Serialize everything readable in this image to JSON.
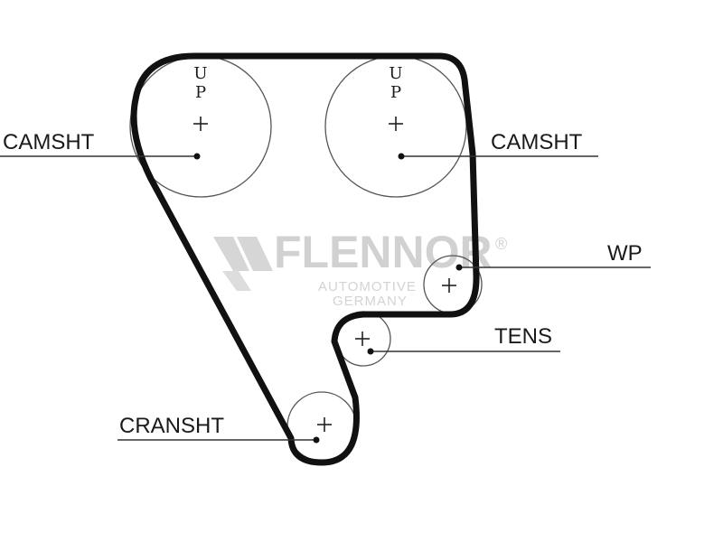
{
  "labels": {
    "camshaft_left": "CAMSHT",
    "camshaft_right": "CAMSHT",
    "water_pump": "WP",
    "tensioner": "TENS",
    "crankshaft": "CRANSHT"
  },
  "pulley_marks": {
    "left_top": "U",
    "left_bottom": "P",
    "right_top": "U",
    "right_bottom": "P"
  },
  "watermark": {
    "brand": "FLENNOR",
    "registered": "®",
    "line1": "AUTOMOTIVE",
    "line2": "GERMANY",
    "color": "#c9c9c9"
  },
  "colors": {
    "belt": "#111111",
    "pulley": "#555555",
    "leader": "#333333"
  }
}
